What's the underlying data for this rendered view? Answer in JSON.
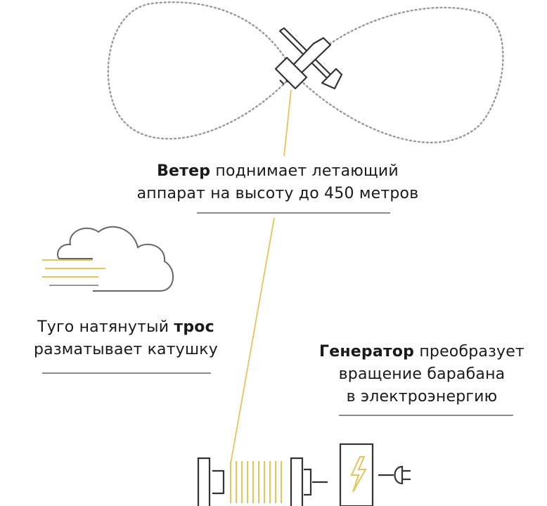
{
  "wind_caption": {
    "bold": "Ветер",
    "line1_rest": " поднимает летающий",
    "line2": "аппарат на высоту до 450 метров"
  },
  "cable_caption": {
    "line1_pre": "Туго натянутый ",
    "bold": "трос",
    "line2": "разматывает катушку"
  },
  "generator_caption": {
    "bold": "Генератор",
    "line1_rest": " преобразует",
    "line2": "вращение барабана",
    "line3": "в электроэнергию"
  },
  "colors": {
    "accent_yellow": "#e8c35a",
    "line_gray": "#8c8c8c",
    "dotted_path": "#9a9a9a",
    "stroke": "#333333"
  },
  "icons": [
    "kite-aircraft-icon",
    "cloud-wind-icon",
    "drum-spool-icon",
    "generator-lightning-icon",
    "plug-icon"
  ]
}
